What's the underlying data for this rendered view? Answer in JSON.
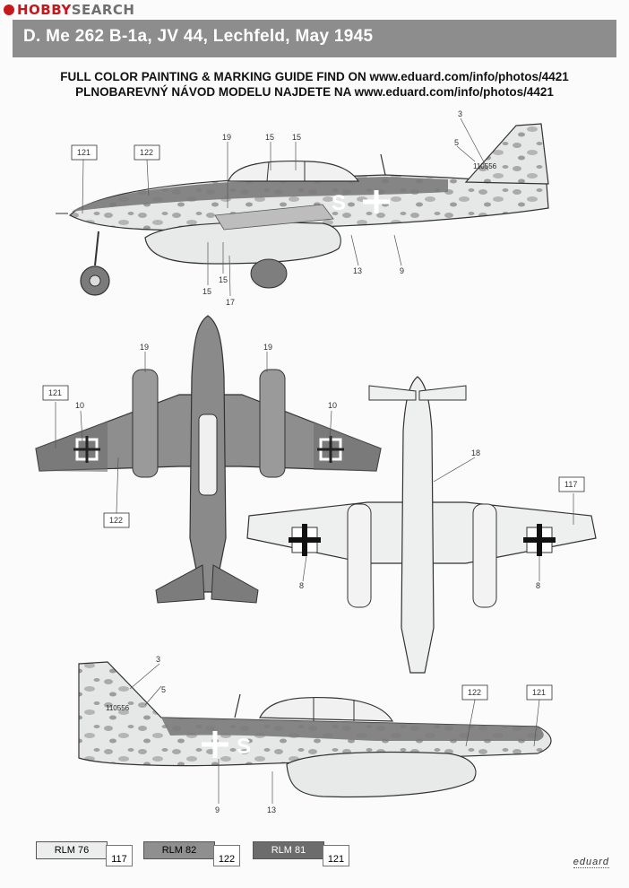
{
  "watermark": {
    "logo": "HOBBY",
    "word": "SEARCH"
  },
  "title": "D.  Me 262 B-1a, JV 44, Lechfeld, May 1945",
  "guide": {
    "line1": "FULL COLOR PAINTING & MARKING GUIDE FIND ON www.eduard.com/info/photos/4421",
    "line2": "PLNOBAREVNÝ NÁVOD MODELU NAJDETE NA www.eduard.com/info/photos/4421"
  },
  "serial": "110556",
  "colors": {
    "rlm76": "#e4e7e6",
    "rlm82": "#8e8e8e",
    "rlm81": "#6a6a6a",
    "title_bar": "#8d8d8d"
  },
  "callouts": {
    "n3": "3",
    "n5": "5",
    "n8": "8",
    "n9": "9",
    "n10": "10",
    "n13": "13",
    "n15": "15",
    "n17": "17",
    "n18": "18",
    "n19": "19",
    "n117": "117",
    "n121": "121",
    "n122": "122"
  },
  "legend": [
    {
      "label": "RLM 76",
      "number": "117",
      "color": "#eceeed"
    },
    {
      "label": "RLM 82",
      "number": "122",
      "color": "#8f8f8f"
    },
    {
      "label": "RLM 81",
      "number": "121",
      "color": "#6c6c6c"
    }
  ],
  "brand": "eduard"
}
